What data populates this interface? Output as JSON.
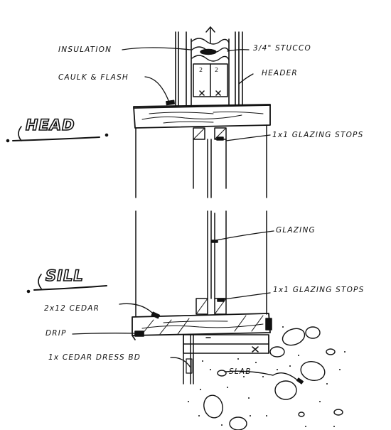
{
  "titles": {
    "head": "HEAD",
    "sill": "SILL"
  },
  "labels": {
    "insulation": "INSULATION",
    "stucco": "3/4\" STUCCO",
    "caulk_flash": "CAULK & FLASH",
    "header": "HEADER",
    "glazing_stops_head": "1x1 GLAZING STOPS",
    "glazing": "GLAZING",
    "glazing_stops_sill": "1x1 GLAZING STOPS",
    "cedar_2x12": "2x12 CEDAR",
    "drip": "DRIP",
    "dress_bd": "1x CEDAR DRESS BD",
    "slab": "SLAB"
  }
}
